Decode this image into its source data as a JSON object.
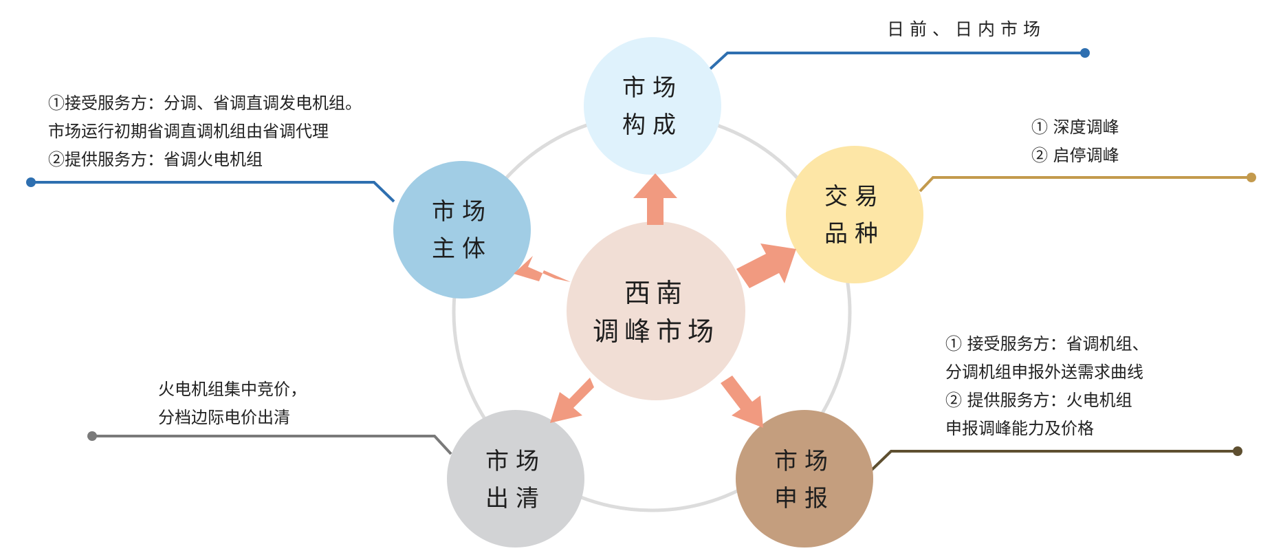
{
  "center": {
    "line1": "西南",
    "line2": "调峰市场",
    "color": "#f1ded5"
  },
  "nodes": {
    "top": {
      "line1": "市场",
      "line2": "构成",
      "color": "#dff2fc"
    },
    "right": {
      "line1": "交易",
      "line2": "品种",
      "color": "#fde6a6"
    },
    "bottom_right": {
      "line1": "市场",
      "line2": "申报",
      "color": "#c49e7e"
    },
    "bottom_left": {
      "line1": "市场",
      "line2": "出清",
      "color": "#d2d3d5"
    },
    "left": {
      "line1": "市场",
      "line2": "主体",
      "color": "#a1cde5"
    }
  },
  "notes": {
    "top": {
      "line1": "日前、日内市场",
      "color": "#2e6fb0"
    },
    "right": {
      "line1": "①  深度调峰",
      "line2": "②  启停调峰",
      "color": "#c39a4d"
    },
    "bottom_right": {
      "line1": "①  接受服务方：省调机组、",
      "line2": "分调机组申报外送需求曲线",
      "line3": "②  提供服务方：火电机组",
      "line4": "申报调峰能力及价格",
      "color": "#5e4f30"
    },
    "bottom_left": {
      "line1": "火电机组集中竞价，",
      "line2": "分档边际电价出清",
      "color": "#7a7a7a"
    },
    "left": {
      "line1": "①接受服务方：分调、省调直调发电机组。",
      "line2": "市场运行初期省调直调机组由省调代理",
      "line3": "②提供服务方：省调火电机组",
      "color": "#2e6fb0"
    }
  },
  "colors": {
    "ring": "#dcdcdc",
    "arrow": "#f19a80"
  }
}
